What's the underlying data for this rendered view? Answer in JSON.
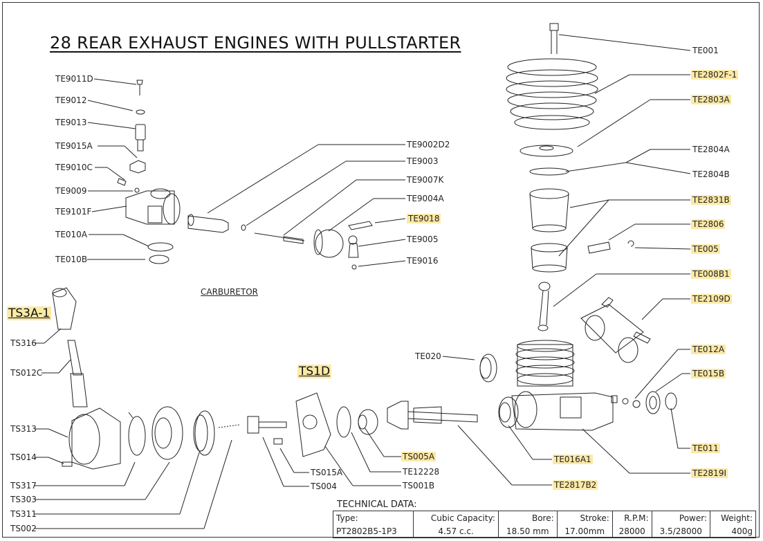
{
  "title": "28 REAR EXHAUST ENGINES WITH PULLSTARTER",
  "section_labels": {
    "carburetor": "CARBURETOR",
    "ts3a": "TS3A-1",
    "ts1d": "TS1D"
  },
  "parts": [
    {
      "id": "te9011d",
      "text": "TE9011D",
      "highlight": false
    },
    {
      "id": "te9012",
      "text": "TE9012",
      "highlight": false
    },
    {
      "id": "te9013",
      "text": "TE9013",
      "highlight": false
    },
    {
      "id": "te9015a",
      "text": "TE9015A",
      "highlight": false
    },
    {
      "id": "te9010c",
      "text": "TE9010C",
      "highlight": false
    },
    {
      "id": "te9009",
      "text": "TE9009",
      "highlight": false
    },
    {
      "id": "te9101f",
      "text": "TE9101F",
      "highlight": false
    },
    {
      "id": "te010a",
      "text": "TE010A",
      "highlight": false
    },
    {
      "id": "te010b",
      "text": "TE010B",
      "highlight": false
    },
    {
      "id": "te9002d2",
      "text": "TE9002D2",
      "highlight": false
    },
    {
      "id": "te9003",
      "text": "TE9003",
      "highlight": false
    },
    {
      "id": "te9007k",
      "text": "TE9007K",
      "highlight": false
    },
    {
      "id": "te9004a",
      "text": "TE9004A",
      "highlight": false
    },
    {
      "id": "te9018",
      "text": "TE9018",
      "highlight": true
    },
    {
      "id": "te9005",
      "text": "TE9005",
      "highlight": false
    },
    {
      "id": "te9016",
      "text": "TE9016",
      "highlight": false
    },
    {
      "id": "te001",
      "text": "TE001",
      "highlight": false
    },
    {
      "id": "te2802f1",
      "text": "TE2802F-1",
      "highlight": true
    },
    {
      "id": "te2803a",
      "text": "TE2803A",
      "highlight": true
    },
    {
      "id": "te2804a",
      "text": "TE2804A",
      "highlight": false
    },
    {
      "id": "te2804b",
      "text": "TE2804B",
      "highlight": false
    },
    {
      "id": "te2831b",
      "text": "TE2831B",
      "highlight": true
    },
    {
      "id": "te2806",
      "text": "TE2806",
      "highlight": true
    },
    {
      "id": "te005",
      "text": "TE005",
      "highlight": true
    },
    {
      "id": "te008b1",
      "text": "TE008B1",
      "highlight": true
    },
    {
      "id": "te2109d",
      "text": "TE2109D",
      "highlight": true
    },
    {
      "id": "te012a",
      "text": "TE012A",
      "highlight": true
    },
    {
      "id": "te015b",
      "text": "TE015B",
      "highlight": true
    },
    {
      "id": "te011",
      "text": "TE011",
      "highlight": true
    },
    {
      "id": "te2819i",
      "text": "TE2819I",
      "highlight": true
    },
    {
      "id": "te016a1",
      "text": "TE016A1",
      "highlight": true
    },
    {
      "id": "te2817b2",
      "text": "TE2817B2",
      "highlight": true
    },
    {
      "id": "te020",
      "text": "TE020",
      "highlight": false
    },
    {
      "id": "ts005a",
      "text": "TS005A",
      "highlight": true
    },
    {
      "id": "te12228",
      "text": "TE12228",
      "highlight": false
    },
    {
      "id": "ts001b",
      "text": "TS001B",
      "highlight": false
    },
    {
      "id": "ts015a",
      "text": "TS015A",
      "highlight": false
    },
    {
      "id": "ts004",
      "text": "TS004",
      "highlight": false
    },
    {
      "id": "ts316",
      "text": "TS316",
      "highlight": false
    },
    {
      "id": "ts012c",
      "text": "TS012C",
      "highlight": false
    },
    {
      "id": "ts313",
      "text": "TS313",
      "highlight": false
    },
    {
      "id": "ts014",
      "text": "TS014",
      "highlight": false
    },
    {
      "id": "ts317",
      "text": "TS317",
      "highlight": false
    },
    {
      "id": "ts303",
      "text": "TS303",
      "highlight": false
    },
    {
      "id": "ts311",
      "text": "TS311",
      "highlight": false
    },
    {
      "id": "ts002",
      "text": "TS002",
      "highlight": false
    }
  ],
  "technical_data": {
    "heading": "TECHNICAL DATA:",
    "columns": [
      "Type:",
      "Cubic Capacity:",
      "Bore:",
      "Stroke:",
      "R.P.M:",
      "Power:",
      "Weight:"
    ],
    "values": [
      "PT2802B5-1P3",
      "4.57 c.c.",
      "18.50 mm",
      "17.00mm",
      "28000",
      "3.5/28000",
      "400g"
    ]
  }
}
